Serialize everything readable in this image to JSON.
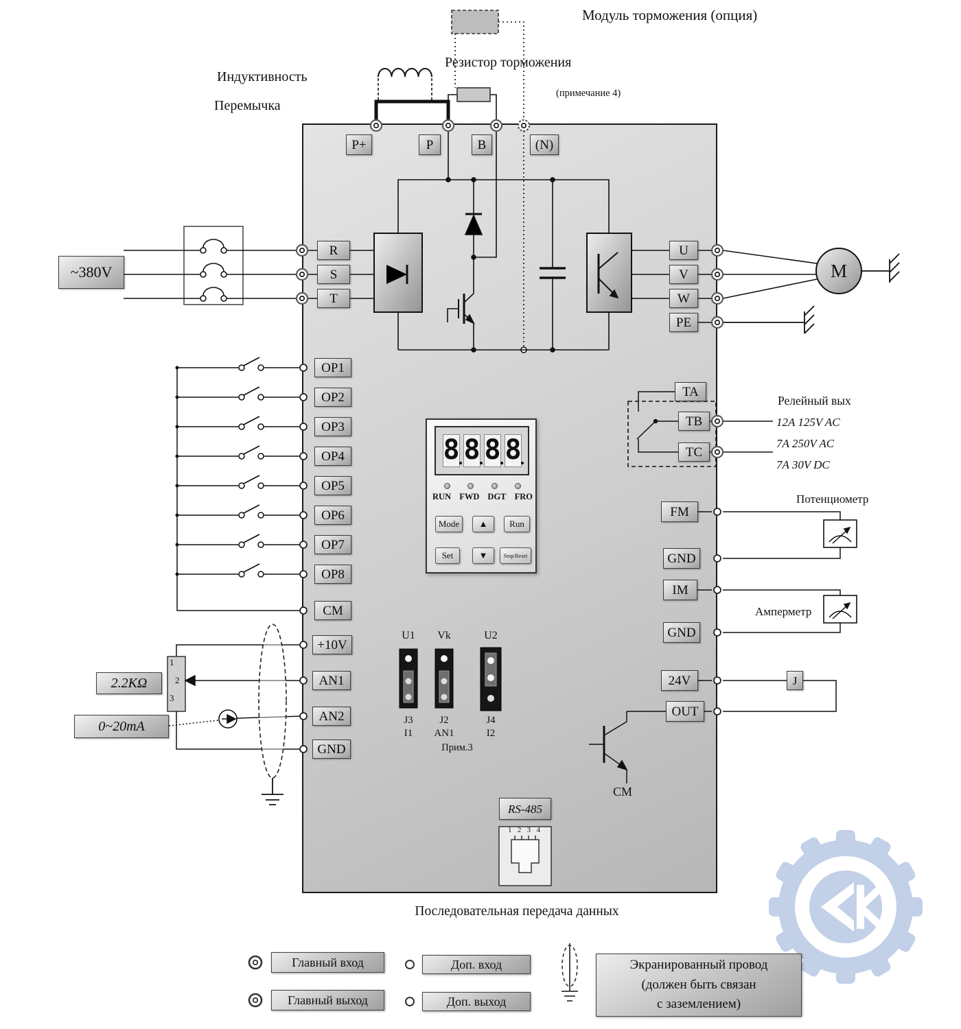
{
  "annotations": {
    "brake_module": "Модуль торможения (опция)",
    "brake_resistor": "Резистор торможения",
    "note4": "(примечание 4)",
    "inductance": "Индуктивность",
    "jumper": "Перемычка",
    "serial_comm": "Последовательная передача данных",
    "note3": "Прим.3"
  },
  "power": {
    "supply": "~380V",
    "in": [
      "R",
      "S",
      "T"
    ],
    "dc": [
      "P+",
      "P",
      "B",
      "(N)"
    ],
    "out": [
      "U",
      "V",
      "W"
    ],
    "pe": "PE",
    "motor": "M"
  },
  "digital": {
    "inputs": [
      "OP1",
      "OP2",
      "OP3",
      "OP4",
      "OP5",
      "OP6",
      "OP7",
      "OP8"
    ],
    "common": "CM"
  },
  "analog": {
    "p10": "+10V",
    "an1": "AN1",
    "an2": "AN2",
    "gnd": "GND",
    "pot_value": "2.2KΩ",
    "pot_pins": [
      "1",
      "2",
      "3"
    ],
    "current_range": "0~20mA"
  },
  "keypad": {
    "digits": [
      "8",
      "8",
      "8",
      "8"
    ],
    "led_labels": [
      "RUN",
      "FWD",
      "DGT",
      "FRO"
    ],
    "btn_mode": "Mode",
    "btn_up": "▲",
    "btn_run": "Run",
    "btn_set": "Set",
    "btn_down": "▼",
    "btn_stop": "Stop/Reset"
  },
  "jumpers": {
    "top": [
      "U1",
      "Vk",
      "U2"
    ],
    "names": [
      "J3",
      "J2",
      "J4"
    ],
    "signals": [
      "I1",
      "AN1",
      "I2"
    ]
  },
  "relay": {
    "terms": [
      "TA",
      "TB",
      "TC"
    ],
    "title": "Релейный вых",
    "specs": [
      "12A 125V AC",
      "7A 250V AC",
      "7A 30V DC"
    ]
  },
  "right": {
    "fm": "FM",
    "gnd1": "GND",
    "im": "IM",
    "gnd2": "GND",
    "v24": "24V",
    "out": "OUT",
    "j": "J",
    "cm": "CM",
    "potentiometer": "Потенциометр",
    "ammeter": "Амперметр"
  },
  "comm": {
    "rs485": "RS-485",
    "pins": "1 2 3 4"
  },
  "legend": {
    "main_in": "Главный вход",
    "main_out": "Главный выход",
    "aux_in": "Доп. вход",
    "aux_out": "Доп. выход",
    "shield_l1": "Экранированный провод",
    "shield_l2": "(должен быть связан",
    "shield_l3": "с заземлением)"
  },
  "colors": {
    "accent": "#b5c6e4",
    "line": "#111111"
  }
}
